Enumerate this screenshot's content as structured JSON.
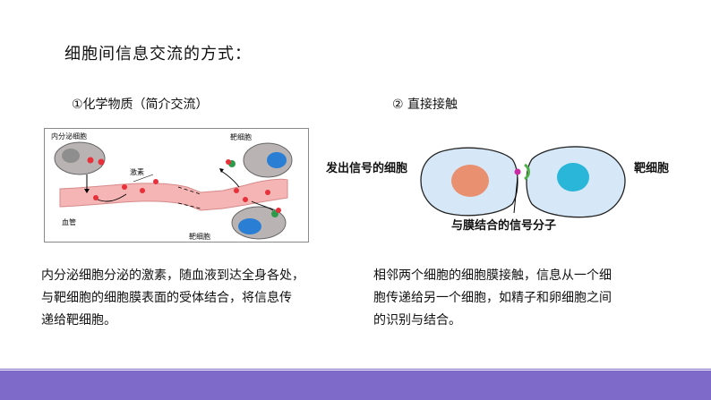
{
  "heading": "细胞间信息交流的方式：",
  "method1": {
    "label": "①化学物质（简介交流）",
    "figure": {
      "endocrine_cell": "内分泌细胞",
      "hormone": "激素",
      "blood_vessel": "血管",
      "target_cell_top": "靶细胞",
      "target_cell_bottom": "靶细胞"
    },
    "description_lines": [
      "内分泌细胞分泌的激素，随血液到达全身各处，",
      "与靶细胞的细胞膜表面的受体结合，将信息传",
      "递给靶细胞。"
    ]
  },
  "method2": {
    "label": "②  直接接触",
    "figure": {
      "sending_cell": "发出信号的细胞",
      "target_cell": "靶细胞",
      "signal_molecule": "与膜结合的信号分子"
    },
    "description_lines": [
      "相邻两个细胞的细胞膜接触，信息从一个细",
      "胞传递给另一个细胞，如精子和卵细胞之间",
      "的识别与结合。"
    ]
  },
  "colors": {
    "footer": "#7e6bc9",
    "nucleus_orange": "#e8906f",
    "nucleus_blue": "#29b6d8",
    "vessel_pink": "#f5b5b5",
    "signal_red": "#e8303a"
  }
}
